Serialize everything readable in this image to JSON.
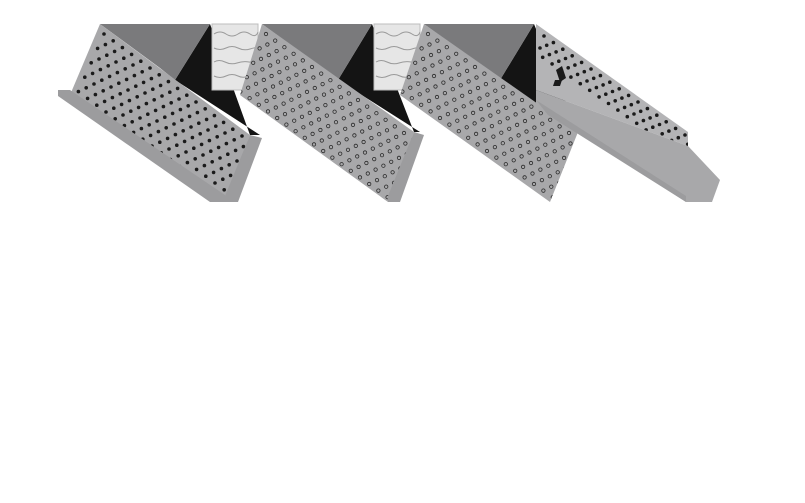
{
  "illustration": {
    "subject": "perforated-acoustic-roof-deck",
    "rib_count": 3,
    "insulated_flutes": 2,
    "colors": {
      "background": "#ffffff",
      "panel_face": "#a8a8aa",
      "panel_face_light": "#b4b4b6",
      "panel_top": "#7a7a7c",
      "flute_shadow": "#141414",
      "edge_lip": "#9c9c9e",
      "insulation": "#e6e6e6",
      "insulation_line": "#9a9a9a",
      "perforation": "#1a1a1a",
      "perforation_ring": "#2a2a2a"
    },
    "icons": {
      "tab": "fastener-tab-icon"
    }
  }
}
